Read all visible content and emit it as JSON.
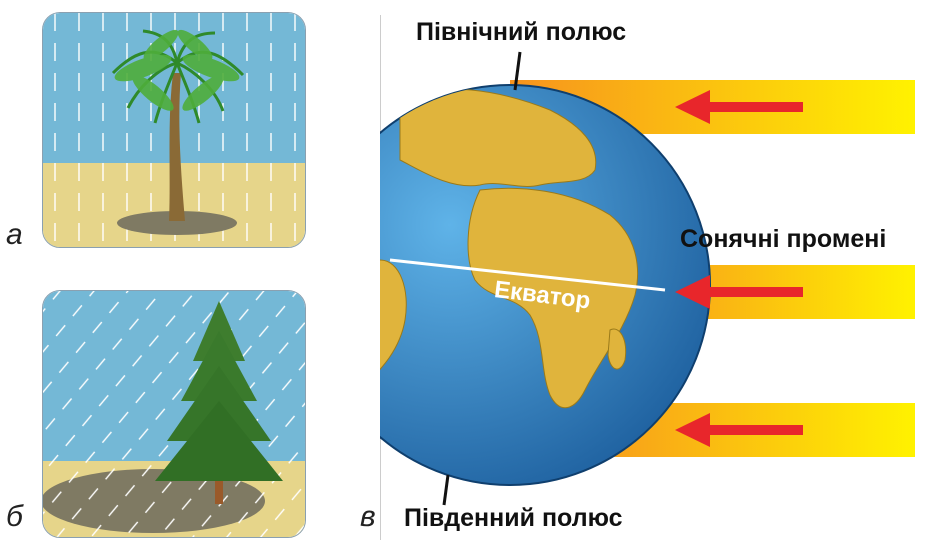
{
  "labels": {
    "panel_a": "а",
    "panel_b": "б",
    "panel_c": "в"
  },
  "globe": {
    "north_pole": "Північний полюс",
    "south_pole": "Південний полюс",
    "sun_rays": "Сонячні промені",
    "equator": "Екватор"
  },
  "colors": {
    "sky": "#74b8d6",
    "sand": "#e6d58a",
    "shadow": "#7f7a63",
    "ocean": "#2e7fbf",
    "land": "#e0b43c",
    "ray_start": "#f7931e",
    "ray_end": "#fff200",
    "arrow": "#e8262b"
  },
  "icons": {
    "panel_a": "palm-tree-icon",
    "panel_b": "fir-tree-icon",
    "globe": "globe-icon"
  }
}
